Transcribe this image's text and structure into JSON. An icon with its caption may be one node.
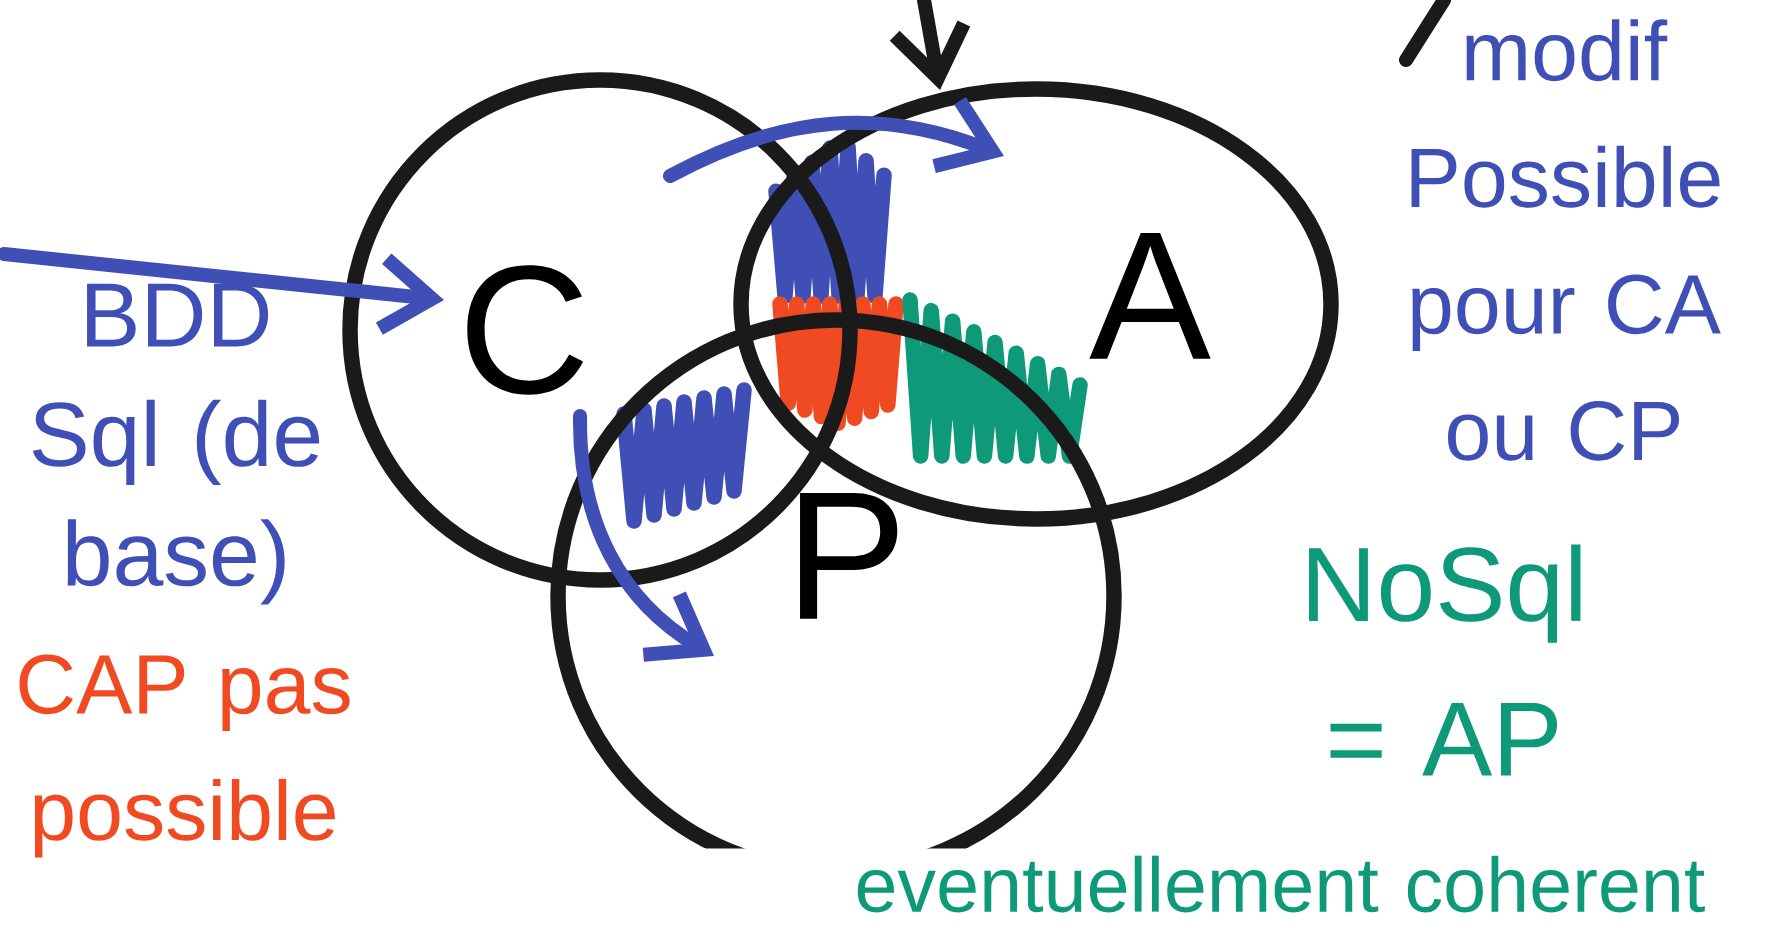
{
  "diagram": {
    "nodes": [
      {
        "text": [
          "C"
        ]
      },
      {
        "text": [
          "A"
        ]
      },
      {
        "text": [
          "P"
        ]
      },
      {
        "text": [
          "BDD Sql (de base)"
        ]
      }
    ],
    "edges": [
      {
        "from": 3,
        "to": 0,
        "arrow": "to"
      },
      {
        "from": 0,
        "to": 1,
        "arrow": "to"
      },
      {
        "from": 0,
        "to": 2,
        "arrow": "to"
      },
      {
        "from": null,
        "to": 1,
        "arrow": "to",
        "color": "#1a1a1a"
      }
    ],
    "labels": [
      "modif Possible pour CA ou CP",
      "CAP pas possible",
      "NoSql = AP",
      "eventuellement coherent"
    ]
  }
}
